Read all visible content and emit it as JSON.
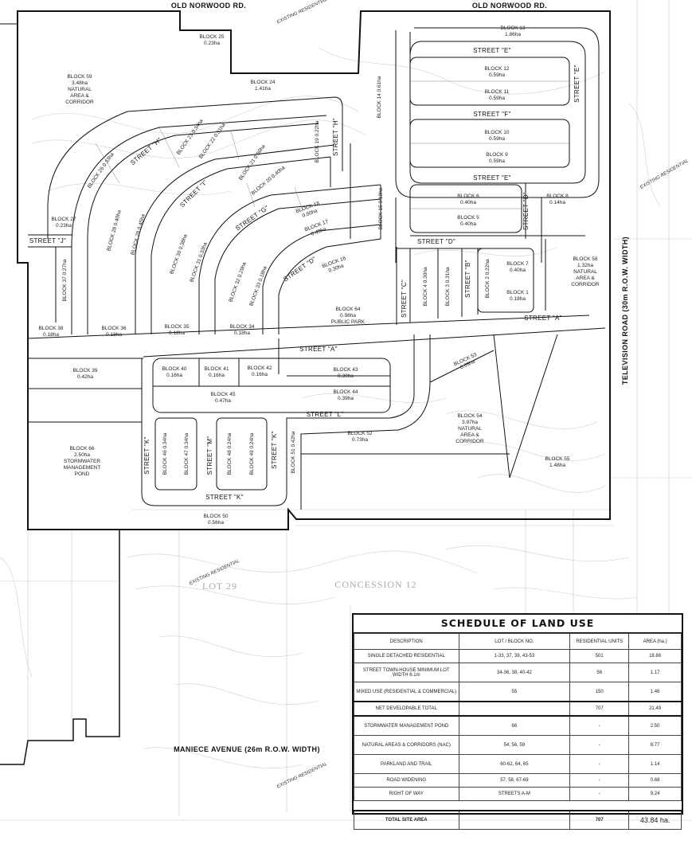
{
  "roads": {
    "north_left": "OLD NORWOOD RD.",
    "north_right": "OLD NORWOOD RD.",
    "east": "TELEVISION ROAD (30m  R.O.W. WIDTH)",
    "south": "MANIECE AVENUE (26m  R.O.W. WIDTH)"
  },
  "background_labels": {
    "concession": "CONCESSION 12",
    "lot": "LOT 29",
    "existing_residential": "EXISTING RESIDENTIAL"
  },
  "streets": {
    "a": "STREET \"A\"",
    "b": "STREET \"B\"",
    "c": "STREET \"C\"",
    "d": "STREET \"D\"",
    "e": "STREET \"E\"",
    "f": "STREET \"F\"",
    "g": "STREET \"G\"",
    "h": "STREET \"H\"",
    "i": "STREET \"I\"",
    "j": "STREET \"J\"",
    "k": "STREET \"K\"",
    "l": "STREET \"L\"",
    "m": "STREET \"M\""
  },
  "blocks": {
    "b13": [
      "BLOCK 13",
      "1.86ha"
    ],
    "b25": [
      "BLOCK 25",
      "0.23ha"
    ],
    "b59": [
      "BLOCK 59",
      "3.48ha",
      "NATURAL",
      "AREA &",
      "CORRIDOR"
    ],
    "b24": [
      "BLOCK 24",
      "1.41ha"
    ],
    "b12": [
      "BLOCK 12",
      "0.59ha"
    ],
    "b11": [
      "BLOCK 11",
      "0.59ha"
    ],
    "b10": [
      "BLOCK 10",
      "0.59ha"
    ],
    "b9": [
      "BLOCK 9",
      "0.59ha"
    ],
    "b6": [
      "BLOCK 6",
      "0.40ha"
    ],
    "b5": [
      "BLOCK 5",
      "0.40ha"
    ],
    "b8": [
      "BLOCK 8",
      "0.14ha"
    ],
    "b7": [
      "BLOCK 7",
      "0.40ha"
    ],
    "b1": [
      "BLOCK 1",
      "0.18ha"
    ],
    "b58": [
      "BLOCK 58",
      "1.32ha",
      "NATURAL",
      "AREA &",
      "CORRIDOR"
    ],
    "b27": [
      "BLOCK 27",
      "0.23ha"
    ],
    "b38": [
      "BLOCK 38",
      "0.18ha"
    ],
    "b36": [
      "BLOCK 36",
      "0.18ha"
    ],
    "b35": [
      "BLOCK 35",
      "0.18ha"
    ],
    "b34": [
      "BLOCK 34",
      "0.18ha"
    ],
    "b18": [
      "BLOCK 18",
      "0.50ha"
    ],
    "b17": [
      "BLOCK 17",
      "0.40ha"
    ],
    "b16": [
      "BLOCK 16",
      "0.30ha"
    ],
    "b64": [
      "BLOCK 64",
      "0.98ha",
      "PUBLIC PARK"
    ],
    "b39": [
      "BLOCK 39",
      "0.42ha"
    ],
    "b40": [
      "BLOCK 40",
      "0.16ha"
    ],
    "b41": [
      "BLOCK 41",
      "0.16ha"
    ],
    "b42": [
      "BLOCK 42",
      "0.16ha"
    ],
    "b43": [
      "BLOCK 43",
      "0.39ha"
    ],
    "b44": [
      "BLOCK 44",
      "0.39ha"
    ],
    "b45": [
      "BLOCK 45",
      "0.47ha"
    ],
    "b53": [
      "BLOCK 53",
      "0.09ha"
    ],
    "b54": [
      "BLOCK 54",
      "3.97ha",
      "NATURAL",
      "AREA &",
      "CORRIDOR"
    ],
    "b52": [
      "BLOCK 52",
      "0.73ha"
    ],
    "b55": [
      "BLOCK 55",
      "1.48ha"
    ],
    "b66": [
      "BLOCK 66",
      "2.50ha",
      "STORMWATER",
      "MANAGEMENT",
      "POND"
    ],
    "b50": [
      "BLOCK 50",
      "0.56ha"
    ],
    "v14": "BLOCK 14 0.61ha",
    "v19": "BLOCK 19 0.22ha",
    "v15": "BLOCK 15 0.18ha",
    "v37": "BLOCK 37 0.27ha",
    "v4": "BLOCK 4 0.30ha",
    "v3": "BLOCK 3 0.31ha",
    "v2": "BLOCK 2 0.22ha",
    "v46": "BLOCK 46 0.34ha",
    "v47": "BLOCK 47 0.34ha",
    "v48": "BLOCK 48 0.24ha",
    "v49": "BLOCK 49 0.24ha",
    "v51": "BLOCK 51 0.42ha",
    "d26": "BLOCK 26 0.33ha",
    "d23": "BLOCK 23 0.34ha",
    "d22": "BLOCK 22 0.31ha",
    "d28": "BLOCK 28 0.40ha",
    "d29": "BLOCK 29 0.45ha",
    "d21": "BLOCK 21 0.60ha",
    "d20": "BLOCK 20 0.40ha",
    "d30": "BLOCK 30 0.38ha",
    "d31": "BLOCK 31 0.33ha",
    "d32": "BLOCK 32 0.29ha",
    "d33": "BLOCK 33 0.18ha"
  },
  "schedule": {
    "title": "SCHEDULE OF LAND USE",
    "headers": [
      "DESCRIPTION",
      "LOT / BLOCK NO.",
      "RESIDENTIAL UNITS",
      "AREA (ha.)"
    ],
    "rows": [
      [
        "SINGLE DETACHED RESIDENTIAL",
        "1-33, 37, 39, 43-53",
        "501",
        "18.86"
      ],
      [
        "STREET TOWN-HOUSE MINIMUM LOT WIDTH 6.1m",
        "34-36, 38, 40-42",
        "56",
        "1.17"
      ],
      [
        "MIXED USE (RESIDENTIAL & COMMERCIAL)",
        "55",
        "150",
        "1.46"
      ],
      [
        "NET DEVELOPABLE TOTAL",
        "",
        "707",
        "21.49"
      ],
      [
        "STORMWATER MANAGEMENT POND",
        "66",
        "-",
        "2.50"
      ],
      [
        "NATURAL AREAS & CORRIDORS (NAC)",
        "54, 56, 59",
        "-",
        "8.77"
      ],
      [
        "PARKLAND AND TRAIL",
        "60-62, 64, 65",
        "-",
        "1.14"
      ],
      [
        "ROAD WIDENING",
        "57, 58, 67-69",
        "-",
        "0.68"
      ],
      [
        "RIGHT OF WAY",
        "STREETS A-M",
        "-",
        "9.24"
      ]
    ],
    "total": [
      "TOTAL SITE AREA",
      "",
      "707",
      "43.84 ha."
    ]
  }
}
